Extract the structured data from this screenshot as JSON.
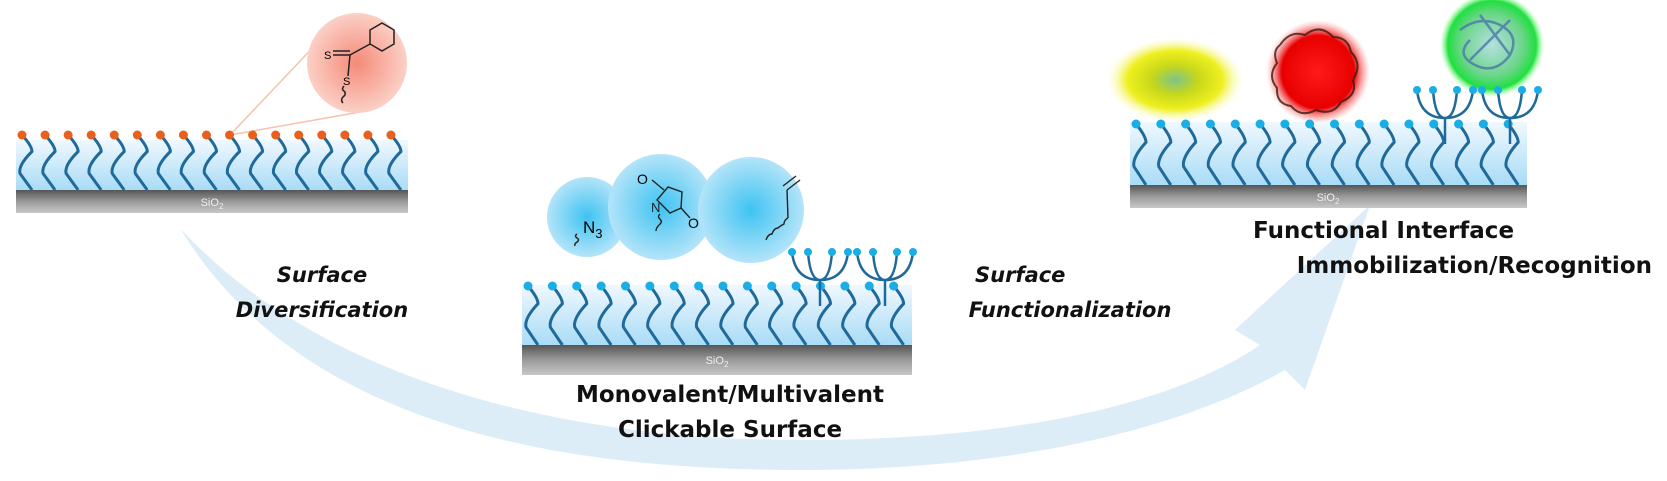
{
  "labels": {
    "step1": [
      "Surface",
      "Diversification"
    ],
    "step2": [
      "Surface",
      "Functionalization"
    ],
    "middle": [
      "Monovalent/Multivalent",
      "Clickable Surface"
    ],
    "right": [
      "Functional Interface",
      "Immobilization/Recognition"
    ]
  },
  "substrate": "SiO",
  "substrate_sub": "2",
  "chem": {
    "azide": "N",
    "azide_sub": "3",
    "maleimide_o": "O",
    "maleimide_n": "N",
    "thio_s": "S"
  },
  "colors": {
    "arrow": "#d5e9f6",
    "layer_top": "#f0f8fe",
    "layer_bot": "#a9dcf6",
    "chain": "#1f6a9a",
    "dot_orange": "#e8601c",
    "dot_cyan": "#1aaee6",
    "silica": "#8a8a8a",
    "pink": "#f5a898",
    "bubble": "#a6ddf7"
  }
}
